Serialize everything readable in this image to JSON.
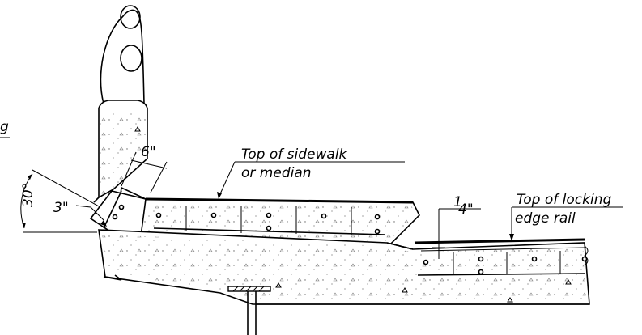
{
  "labels": {
    "g_fragment": "g",
    "top_of_sidewalk": "Top of sidewalk",
    "or_median": "or median",
    "top_of_locking": "Top of locking",
    "edge_rail": "edge rail",
    "dim_6in": "6\"",
    "dim_3in": "3\"",
    "dim_quarter_num": "1",
    "dim_quarter_den": "4\"",
    "angle_30": "30°"
  }
}
